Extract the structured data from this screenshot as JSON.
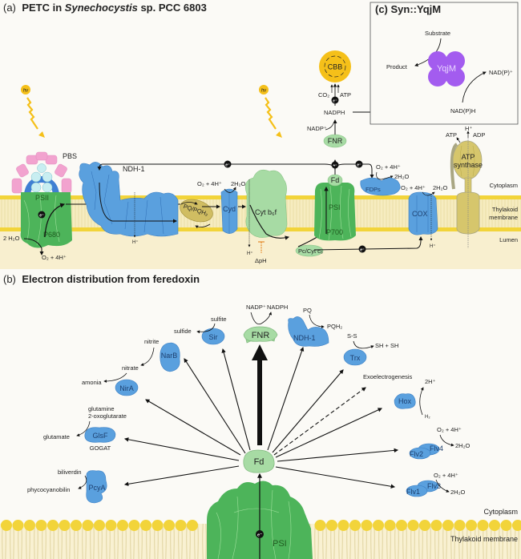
{
  "panel_a": {
    "title_prefix": "(a)",
    "title_main": "PETC in ",
    "title_italic": "Synechocystis",
    "title_suffix": " sp. PCC 6803",
    "hv_label": "hν",
    "pbs": "PBS",
    "psii": "PSII",
    "p680": "P680",
    "water_in": "2 H₂O",
    "psii_o2": "O₂ + 4H⁺",
    "ndh1": "NDH-1",
    "ndh1_h": "H⁺",
    "pq": "PQ/PQH₂",
    "cyd": "Cyd",
    "cyd_o2": "O₂ + 4H⁺",
    "cyd_h2o": "2H₂O",
    "cytb6f": "Cyt b₆f",
    "cytb6f_h": "H⁺",
    "delta_ph": "ΔpH",
    "pc_cyt": "Pc/Cyt c₆",
    "psi": "PSI",
    "p700": "P700",
    "fd": "Fd",
    "fnr": "FNR",
    "nadp_plus": "NADP⁺",
    "nadph": "NADPH",
    "cbb": "CBB",
    "co2": "CO₂",
    "atp": "ATP",
    "fdps": "FDPs",
    "fdps_o2": "O₂ + 4H⁺",
    "fdps_h2o": "2H₂O",
    "cox": "COX",
    "cox_o2": "O₂ + 4H⁺",
    "cox_h2o": "2H₂O",
    "cox_h": "H⁺",
    "atp_synthase_1": "ATP",
    "atp_synthase_2": "synthase",
    "atps_atp": "ATP",
    "atps_h": "H⁺",
    "atps_adp": "ADP",
    "cytoplasm": "Cytoplasm",
    "thylakoid_1": "Thylakoid",
    "thylakoid_2": "membrane",
    "lumen": "Lumen",
    "electron": "e⁻"
  },
  "panel_c": {
    "title": "(c) Syn::YqjM",
    "substrate": "Substrate",
    "product": "Product",
    "enzyme": "YqjM",
    "nadp_plus": "NAD(P)⁺",
    "nadph": "NAD(P)H"
  },
  "panel_b": {
    "title_prefix": "(b)",
    "title_main": "Electron distribution from feredoxin",
    "fd": "Fd",
    "psi": "PSI",
    "electron": "e⁻",
    "cytoplasm": "Cytoplasm",
    "thylakoid": "Thylakoid membrane",
    "fnr": {
      "name": "FNR",
      "in": "NADP⁺",
      "out": "NADPH"
    },
    "ndh1": {
      "name": "NDH-1",
      "in": "PQ",
      "out": "PQH₂"
    },
    "trx": {
      "name": "Trx",
      "in": "S-S",
      "out": "SH + SH"
    },
    "exo": "Exoelectrogenesis",
    "hox": {
      "name": "Hox",
      "in": "2H⁺",
      "out": "H₂"
    },
    "flv24": {
      "a": "Flv2",
      "b": "Flv4",
      "in": "O₂ + 4H⁺",
      "out": "2H₂O"
    },
    "flv13": {
      "a": "Flv1",
      "b": "Flv3",
      "in": "O₂ + 4H⁺",
      "out": "2H₂O"
    },
    "sir": {
      "name": "Sir",
      "in": "sulfite",
      "out": "sulfide"
    },
    "narb": {
      "name": "NarB",
      "in": "nitrite",
      "out": "nitrate"
    },
    "nira": {
      "name": "NirA",
      "out": "amonia"
    },
    "glsf": {
      "name": "GlsF",
      "sub": "GOGAT",
      "in1": "glutamine",
      "in2": "2-oxoglutarate",
      "out": "glutamate"
    },
    "pcya": {
      "name": "PcyA",
      "in": "biliverdin",
      "out": "phycocyanobilin"
    }
  },
  "colors": {
    "membrane_yellow": "#f2d43a",
    "membrane_fill": "#f6ecc0",
    "lumen": "#f8efcf",
    "blue_protein": "#5aa0de",
    "green_psi": "#4db45a",
    "green_light": "#9fd69a",
    "purple": "#a35cef",
    "cbb": "#f5c019",
    "pink": "#f2a3cf"
  }
}
